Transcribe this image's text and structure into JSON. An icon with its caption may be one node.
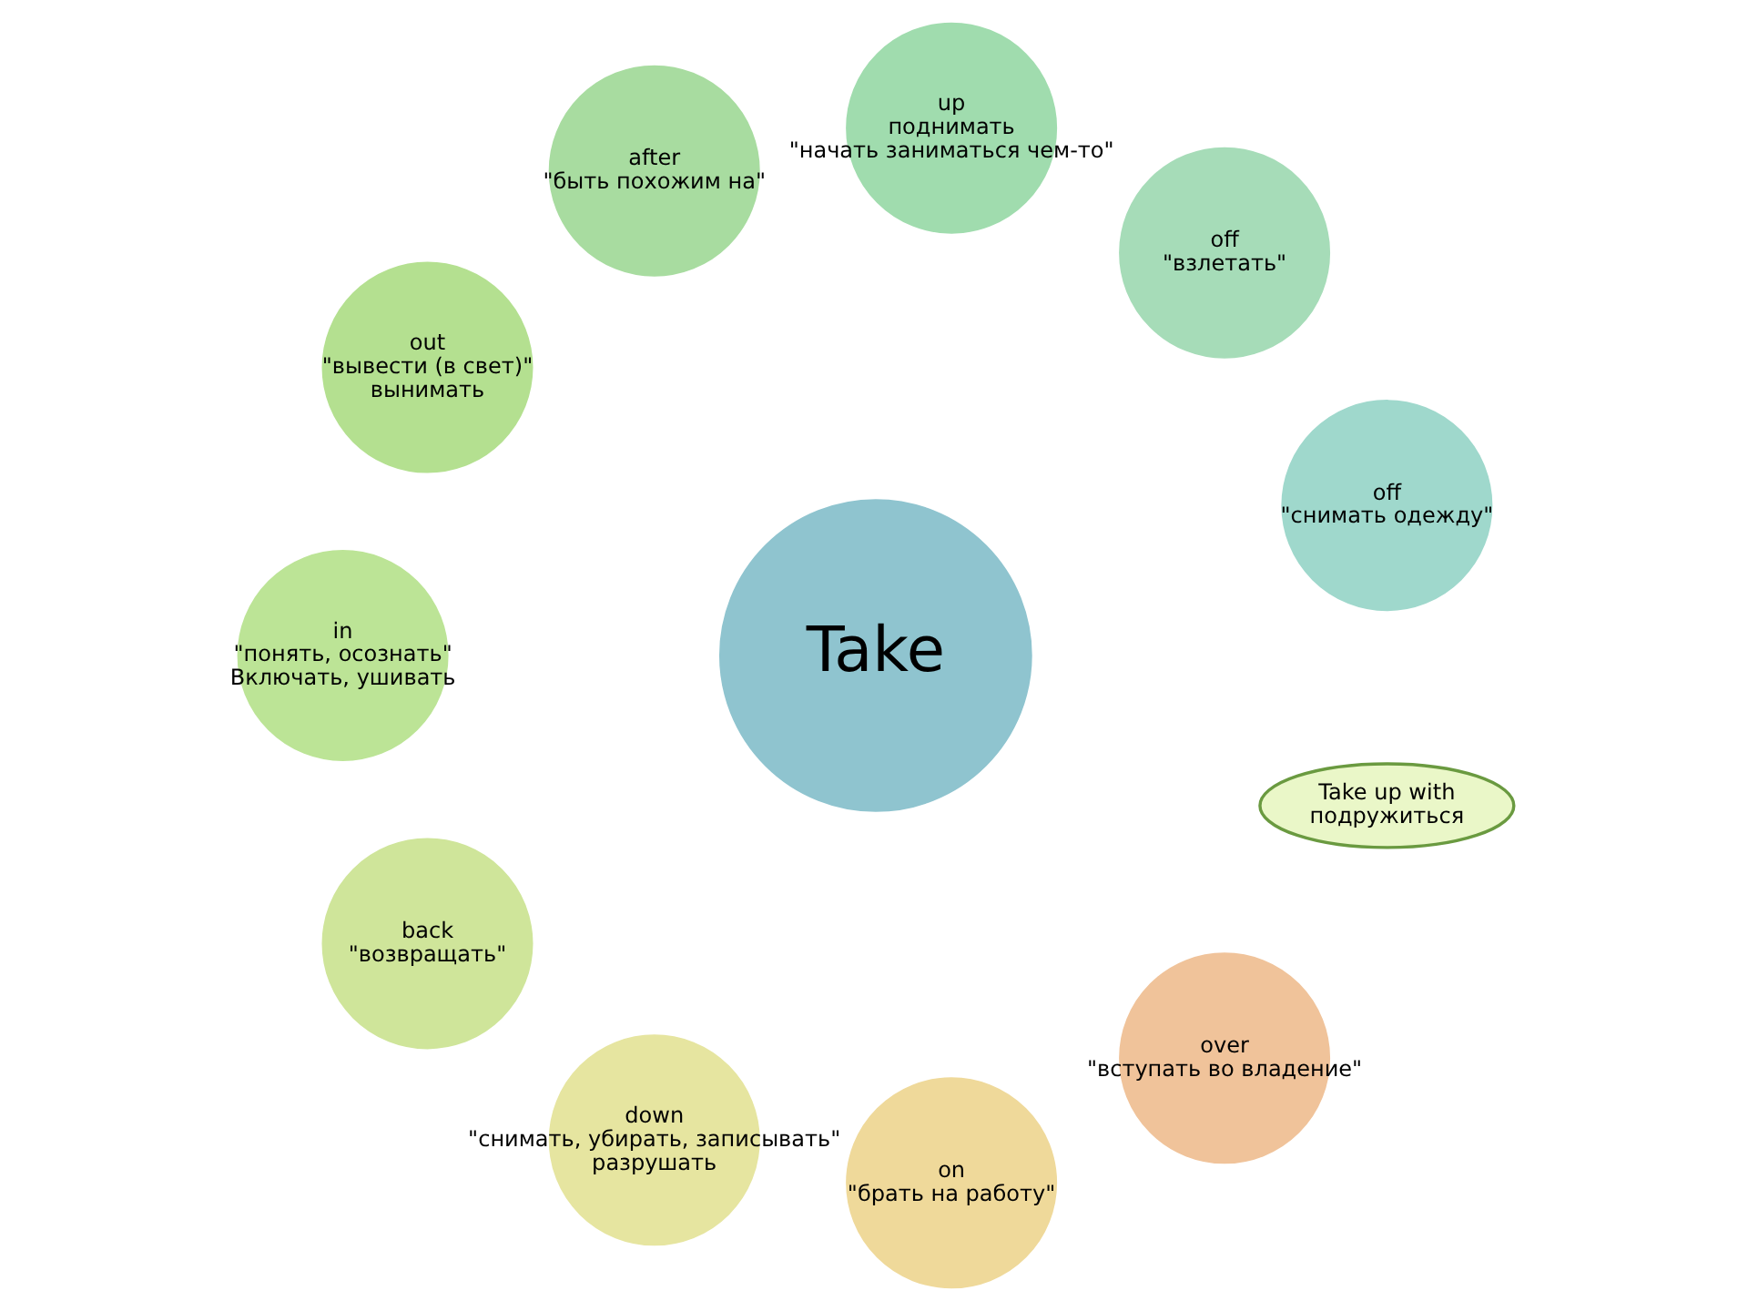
{
  "diagram": {
    "nodes": [
      {
        "text": [
          "Take"
        ]
      },
      {
        "text": [
          "off",
          "\"снимать одежду\""
        ]
      },
      {
        "text": [
          "off",
          "\"взлетать\""
        ]
      },
      {
        "text": [
          "up",
          "поднимать",
          "\"начать заниматься чем-то\""
        ]
      },
      {
        "text": [
          "after",
          "\"быть похожим на\""
        ]
      },
      {
        "text": [
          "out",
          "\"вывести (в свет)\"",
          "вынимать"
        ]
      },
      {
        "text": [
          "in",
          "\"понять, осознать\"",
          "Включать, ушивать"
        ]
      },
      {
        "text": [
          "back",
          "\"возвращать\""
        ]
      },
      {
        "text": [
          "down",
          "\"снимать, убирать, записывать\"",
          "разрушать"
        ]
      },
      {
        "text": [
          "on",
          "\"брать на работу\""
        ]
      },
      {
        "text": [
          "over",
          "\"вступать во владение\""
        ]
      },
      {
        "text": [
          "Take up with",
          "подружиться"
        ]
      }
    ]
  }
}
